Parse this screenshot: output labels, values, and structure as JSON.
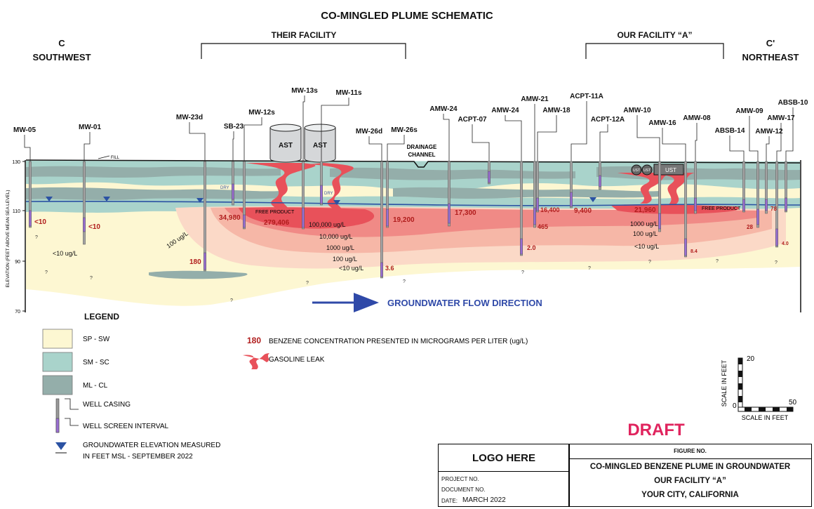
{
  "title": "CO-MINGLED PLUME SCHEMATIC",
  "section": {
    "left_letter": "C",
    "left_dir": "SOUTHWEST",
    "right_letter": "C'",
    "right_dir": "NORTHEAST",
    "their_facility": "THEIR FACILITY",
    "our_facility": "OUR FACILITY “A”"
  },
  "axis": {
    "ylabel": "ELEVATION (FEET ABOVE MEAN SEA LEVEL)",
    "ticks": [
      "130",
      "110",
      "90",
      "70"
    ]
  },
  "surface": {
    "fill": "FILL",
    "drainage1": "DRAINAGE",
    "drainage2": "CHANNEL",
    "dry1": "DRY",
    "dry2": "DRY",
    "free_product_left": "FREE PRODUCT",
    "free_product_right": "FREE PRODUCT"
  },
  "tanks": {
    "ast1": "AST",
    "ast2": "AST",
    "ust1": "UST",
    "ust2": "UST",
    "ust3": "UST"
  },
  "wells": [
    {
      "label": "MW-05"
    },
    {
      "label": "MW-01"
    },
    {
      "label": "MW-23d"
    },
    {
      "label": "SB-23"
    },
    {
      "label": "MW-12s"
    },
    {
      "label": "MW-13s"
    },
    {
      "label": "MW-11s"
    },
    {
      "label": "MW-26d"
    },
    {
      "label": "MW-26s"
    },
    {
      "label": "AMW-24"
    },
    {
      "label": "ACPT-07"
    },
    {
      "label": "AMW-24"
    },
    {
      "label": "AMW-21"
    },
    {
      "label": "AMW-18"
    },
    {
      "label": "ACPT-11A"
    },
    {
      "label": "ACPT-12A"
    },
    {
      "label": "AMW-10"
    },
    {
      "label": "AMW-16"
    },
    {
      "label": "AMW-08"
    },
    {
      "label": "ABSB-14"
    },
    {
      "label": "AMW-09"
    },
    {
      "label": "AMW-12"
    },
    {
      "label": "AMW-17"
    },
    {
      "label": "ABSB-10"
    }
  ],
  "concentrations": [
    {
      "value": "<10"
    },
    {
      "value": "<10"
    },
    {
      "value": "180"
    },
    {
      "value": "34,980"
    },
    {
      "value": "279,406"
    },
    {
      "value": "19,200"
    },
    {
      "value": "3.6"
    },
    {
      "value": "17,300"
    },
    {
      "value": "16,400"
    },
    {
      "value": "465"
    },
    {
      "value": "2.0"
    },
    {
      "value": "9,400"
    },
    {
      "value": "21,960"
    },
    {
      "value": "8.4"
    },
    {
      "value": "78"
    },
    {
      "value": "28"
    },
    {
      "value": "4.0"
    }
  ],
  "contours": [
    {
      "text": "100,000 ug/L"
    },
    {
      "text": "10,000 ug/L"
    },
    {
      "text": "1000 ug/L"
    },
    {
      "text": "100 ug/L"
    },
    {
      "text": "<10 ug/L"
    },
    {
      "text": "100 ug/L"
    },
    {
      "text": "<10 ug/L"
    },
    {
      "text": "1000 ug/L"
    },
    {
      "text": "100 ug/L"
    },
    {
      "text": "<10 ug/L"
    }
  ],
  "unknowns": "?",
  "flow_label": "GROUNDWATER FLOW DIRECTION",
  "legend": {
    "title": "LEGEND",
    "sp": "SP - SW",
    "sm": "SM - SC",
    "ml": "ML - CL",
    "casing": "WELL CASING",
    "screen": "WELL SCREEN INTERVAL",
    "gw1": "GROUNDWATER ELEVATION MEASURED",
    "gw2": "IN FEET MSL - SEPTEMBER 2022",
    "benzene_value": "180",
    "benzene_text": "BENZENE CONCENTRATION PRESENTED IN MICROGRAMS PER LITER (ug/L)",
    "leak_text": "GASOLINE LEAK"
  },
  "scale": {
    "v_top": "20",
    "v_bottom": "0",
    "h_right": "50",
    "v_label": "SCALE IN FEET",
    "h_label": "SCALE IN FEET"
  },
  "draft": "DRAFT",
  "title_block": {
    "logo": "LOGO HERE",
    "project": "PROJECT NO.",
    "document": "DOCUMENT NO.",
    "date_label": "DATE:",
    "date_value": "MARCH 2022",
    "figure_no": "FIGURE NO.",
    "line1": "CO-MINGLED BENZENE PLUME IN GROUNDWATER",
    "line2": "OUR FACILITY “A”",
    "line3": "YOUR CITY, CALIFORNIA"
  },
  "colors": {
    "sp": "#fdf7d2",
    "sm": "#a9d3cb",
    "ml": "#94aeaa",
    "plume_dark": "#e8515a",
    "plume_mid": "#f08a86",
    "plume_light": "#f6b7a7",
    "plume_faint": "#fbd9c7",
    "water": "#2b52a3",
    "arrow": "#2f49a8",
    "draft": "#e0245e",
    "conc": "#b01c1c"
  }
}
